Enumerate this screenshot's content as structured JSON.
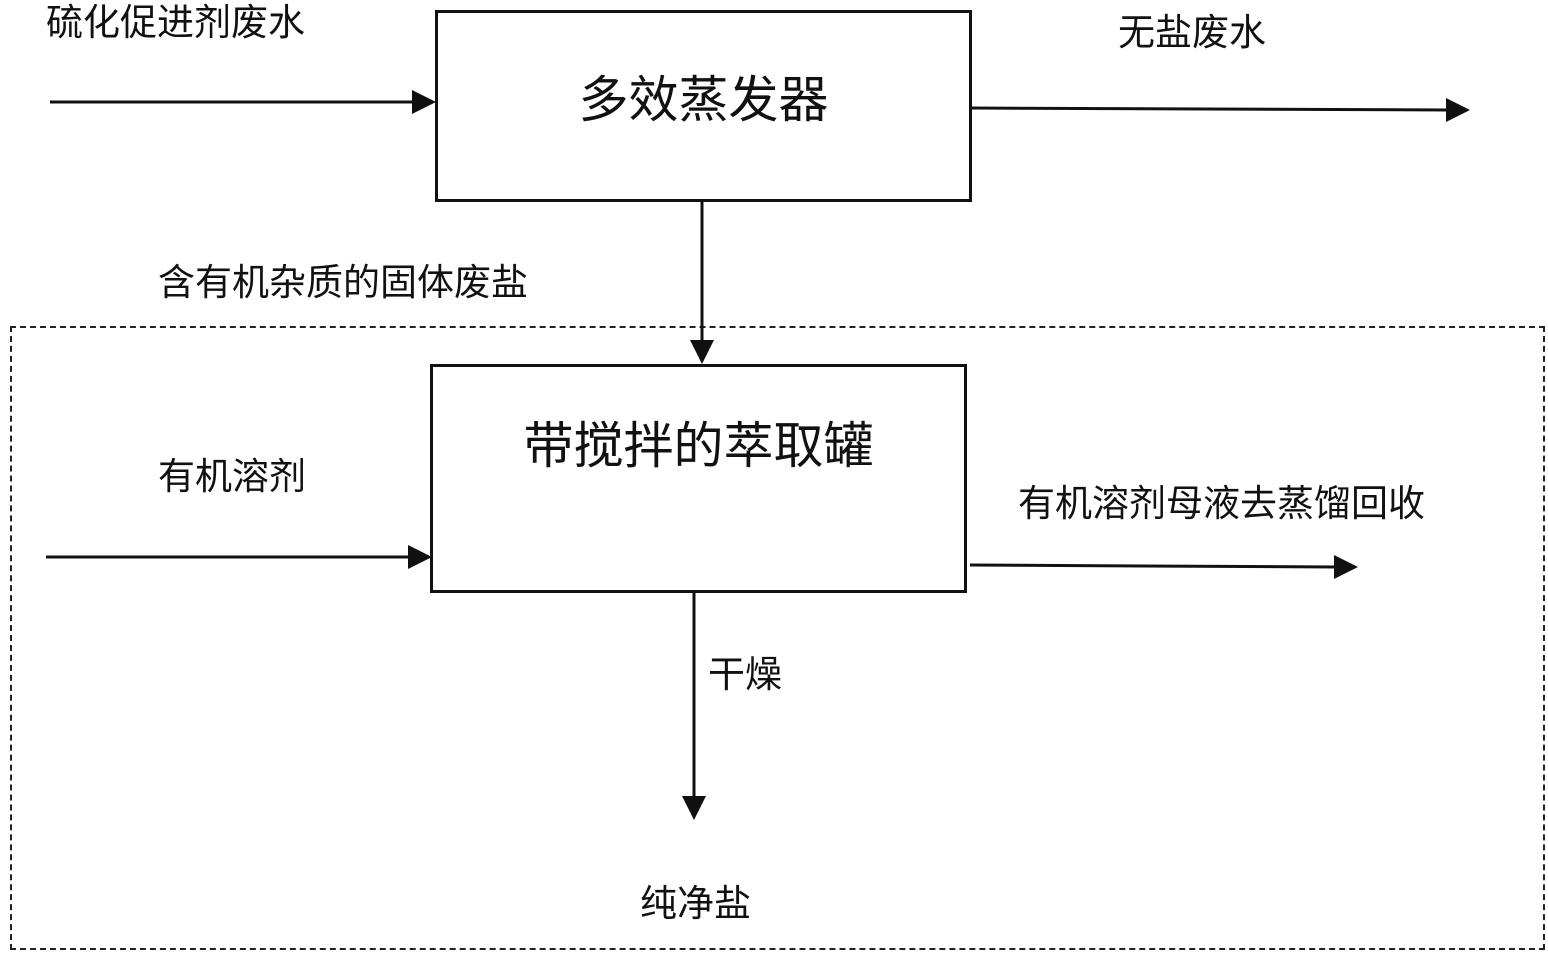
{
  "inputs": {
    "wastewater": "硫化促进剂废水",
    "organic_solvent": "有机溶剂"
  },
  "outputs": {
    "salt_free_wastewater": "无盐废水",
    "solvent_mother_liquor": "有机溶剂母液去蒸馏回收",
    "pure_salt": "纯净盐"
  },
  "units": {
    "evaporator": "多效蒸发器",
    "extraction_tank": "带搅拌的萃取罐"
  },
  "streams": {
    "solid_waste_salt": "含有机杂质的固体废盐",
    "drying": "干燥"
  }
}
